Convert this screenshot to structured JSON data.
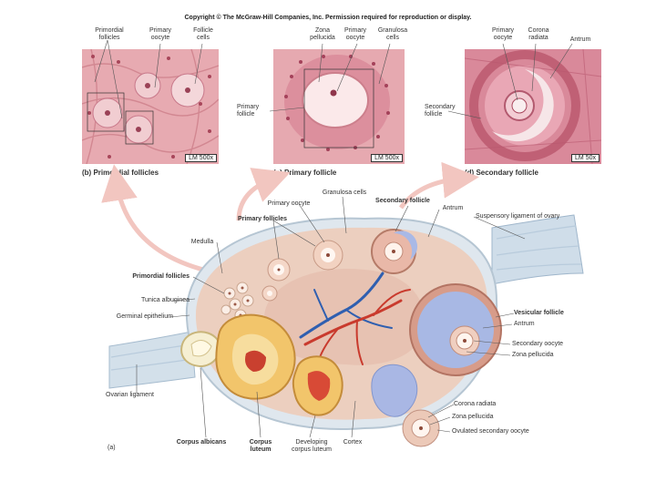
{
  "copyright": "Copyright © The McGraw-Hill Companies, Inc. Permission required for reproduction or display.",
  "micrographs": {
    "b": {
      "caption": "(b) Primordial follicles",
      "magnification": "LM 500x",
      "labels": {
        "primordial": "Primordial follicles",
        "oocyte": "Primary oocyte",
        "follicle_cells": "Follicle cells"
      }
    },
    "c": {
      "caption": "(c) Primary follicle",
      "magnification": "LM 500x",
      "labels": {
        "zona": "Zona pellucida",
        "oocyte": "Primary oocyte",
        "granulosa": "Granulosa cells",
        "primary_follicle": "Primary follicle"
      }
    },
    "d": {
      "caption": "(d) Secondary follicle",
      "magnification": "LM 50x",
      "labels": {
        "oocyte": "Primary oocyte",
        "corona": "Corona radiata",
        "antrum": "Antrum",
        "secondary_follicle": "Secondary follicle"
      }
    }
  },
  "ovary": {
    "panel_letter": "(a)",
    "labels": {
      "granulosa_cells": "Granulosa cells",
      "primary_oocyte": "Primary oocyte",
      "primary_follicles": "Primary follicles",
      "secondary_follicle": "Secondary follicle",
      "antrum_top": "Antrum",
      "suspensory_ligament": "Suspensory ligament of ovary",
      "medulla": "Medulla",
      "primordial_follicles": "Primordial follicles",
      "tunica_albuginea": "Tunica albuginea",
      "germinal_epithelium": "Germinal epithelium",
      "vesicular_follicle": "Vesicular follicle",
      "antrum": "Antrum",
      "secondary_oocyte": "Secondary oocyte",
      "zona_pellucida": "Zona pellucida",
      "ovarian_ligament": "Ovarian ligament",
      "corona_radiata": "Corona radiata",
      "zona_pellucida_2": "Zona pellucida",
      "ovulated_oocyte": "Ovulated secondary oocyte",
      "corpus_albicans": "Corpus albicans",
      "corpus_luteum": "Corpus luteum",
      "developing_corpus_luteum": "Developing corpus luteum",
      "cortex": "Cortex"
    }
  }
}
